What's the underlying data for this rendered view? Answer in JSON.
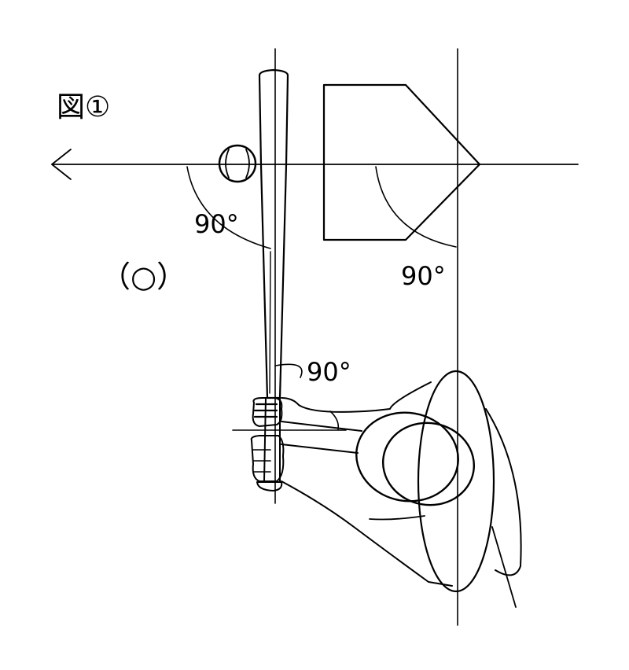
{
  "figure": {
    "label": "図①",
    "verdict": "（○）"
  },
  "angles": {
    "ball_to_bat": "90°",
    "plate_corner": "90°",
    "bat_to_forearm": "90°"
  },
  "colors": {
    "ink": "#000000",
    "paper": "#ffffff"
  }
}
